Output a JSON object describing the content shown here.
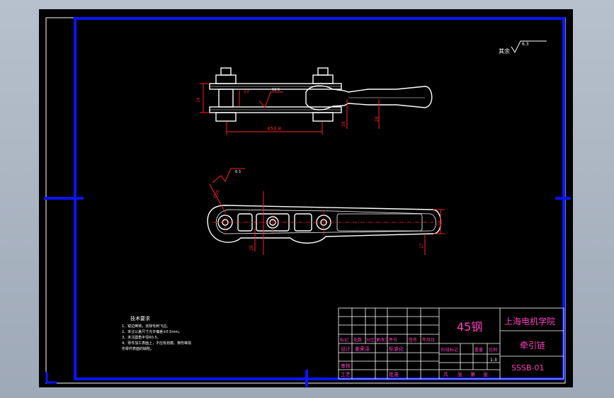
{
  "colors": {
    "background": "#000000",
    "viewport": "#a9b4c2",
    "border": "#0a14ff",
    "geometry": "#ffffff",
    "dimension": "#ff2020",
    "title_text": "#ff40c0",
    "table_lines": "#ffffff"
  },
  "drawing": {
    "roughness_note": "其余",
    "roughness_value": "6.3",
    "top_view": {
      "dim_overall": "453.8",
      "dim_height": "16",
      "dim_gap": "23",
      "dim_handle": "28",
      "dim_handle2": "28",
      "roughness": "12.5"
    },
    "front_view": {
      "dim_diag": "Ø35",
      "dim_hole": "28",
      "dim_right": "28",
      "dim_right2": "17",
      "roughness": "6.3"
    }
  },
  "tech_req": {
    "title": "技术要求",
    "lines": [
      "1、锐边倒钝，去除毛刺飞边。",
      "2、未注公差尺寸允许偏差±0.5mm。",
      "3、未注圆角半径R0.5。",
      "4、零件加工表面上，不应有划痕、擦伤等损",
      "伤零件表面的缺陷。"
    ]
  },
  "title_block": {
    "material": "45钢",
    "school": "上海电机学院",
    "part_name": "牵引链",
    "drawing_no": "SSSB-01",
    "scale_header": "比例",
    "scale_value": "1:3",
    "weight_header": "重量",
    "stage_header": "阶段标记",
    "header_row": [
      "标记",
      "处数",
      "分区",
      "更改文件号",
      "签名",
      "年月日"
    ],
    "design_label": "设计",
    "designer": "姜荣泽",
    "standard_label": "标准化",
    "review_label": "审核",
    "process_label": "工艺",
    "approve_label": "批准",
    "sheet_row": [
      "共",
      "张",
      "第",
      "张"
    ]
  }
}
